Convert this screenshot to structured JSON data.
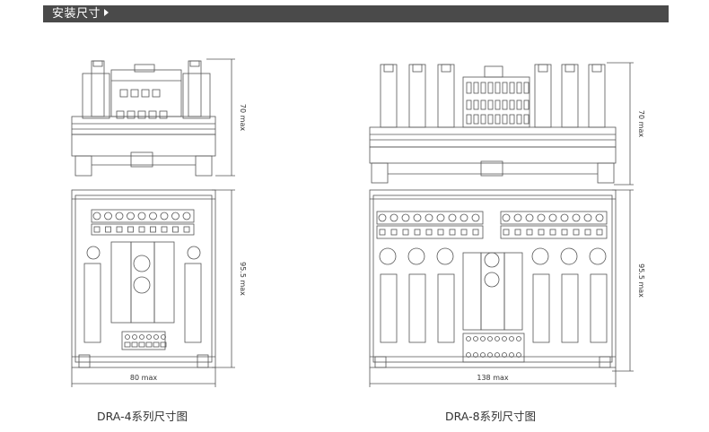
{
  "header": {
    "title": "安装尺寸",
    "bar_color": "#4a4a4a"
  },
  "figures": [
    {
      "caption": "DRA-4系列尺寸图",
      "height_label": "70 max",
      "depth_label": "95.5 max",
      "width_label": "80 max"
    },
    {
      "caption": "DRA-8系列尺寸图",
      "height_label": "70 max",
      "depth_label": "95.5 max",
      "width_label": "138 max"
    }
  ],
  "line_color": "#555555"
}
